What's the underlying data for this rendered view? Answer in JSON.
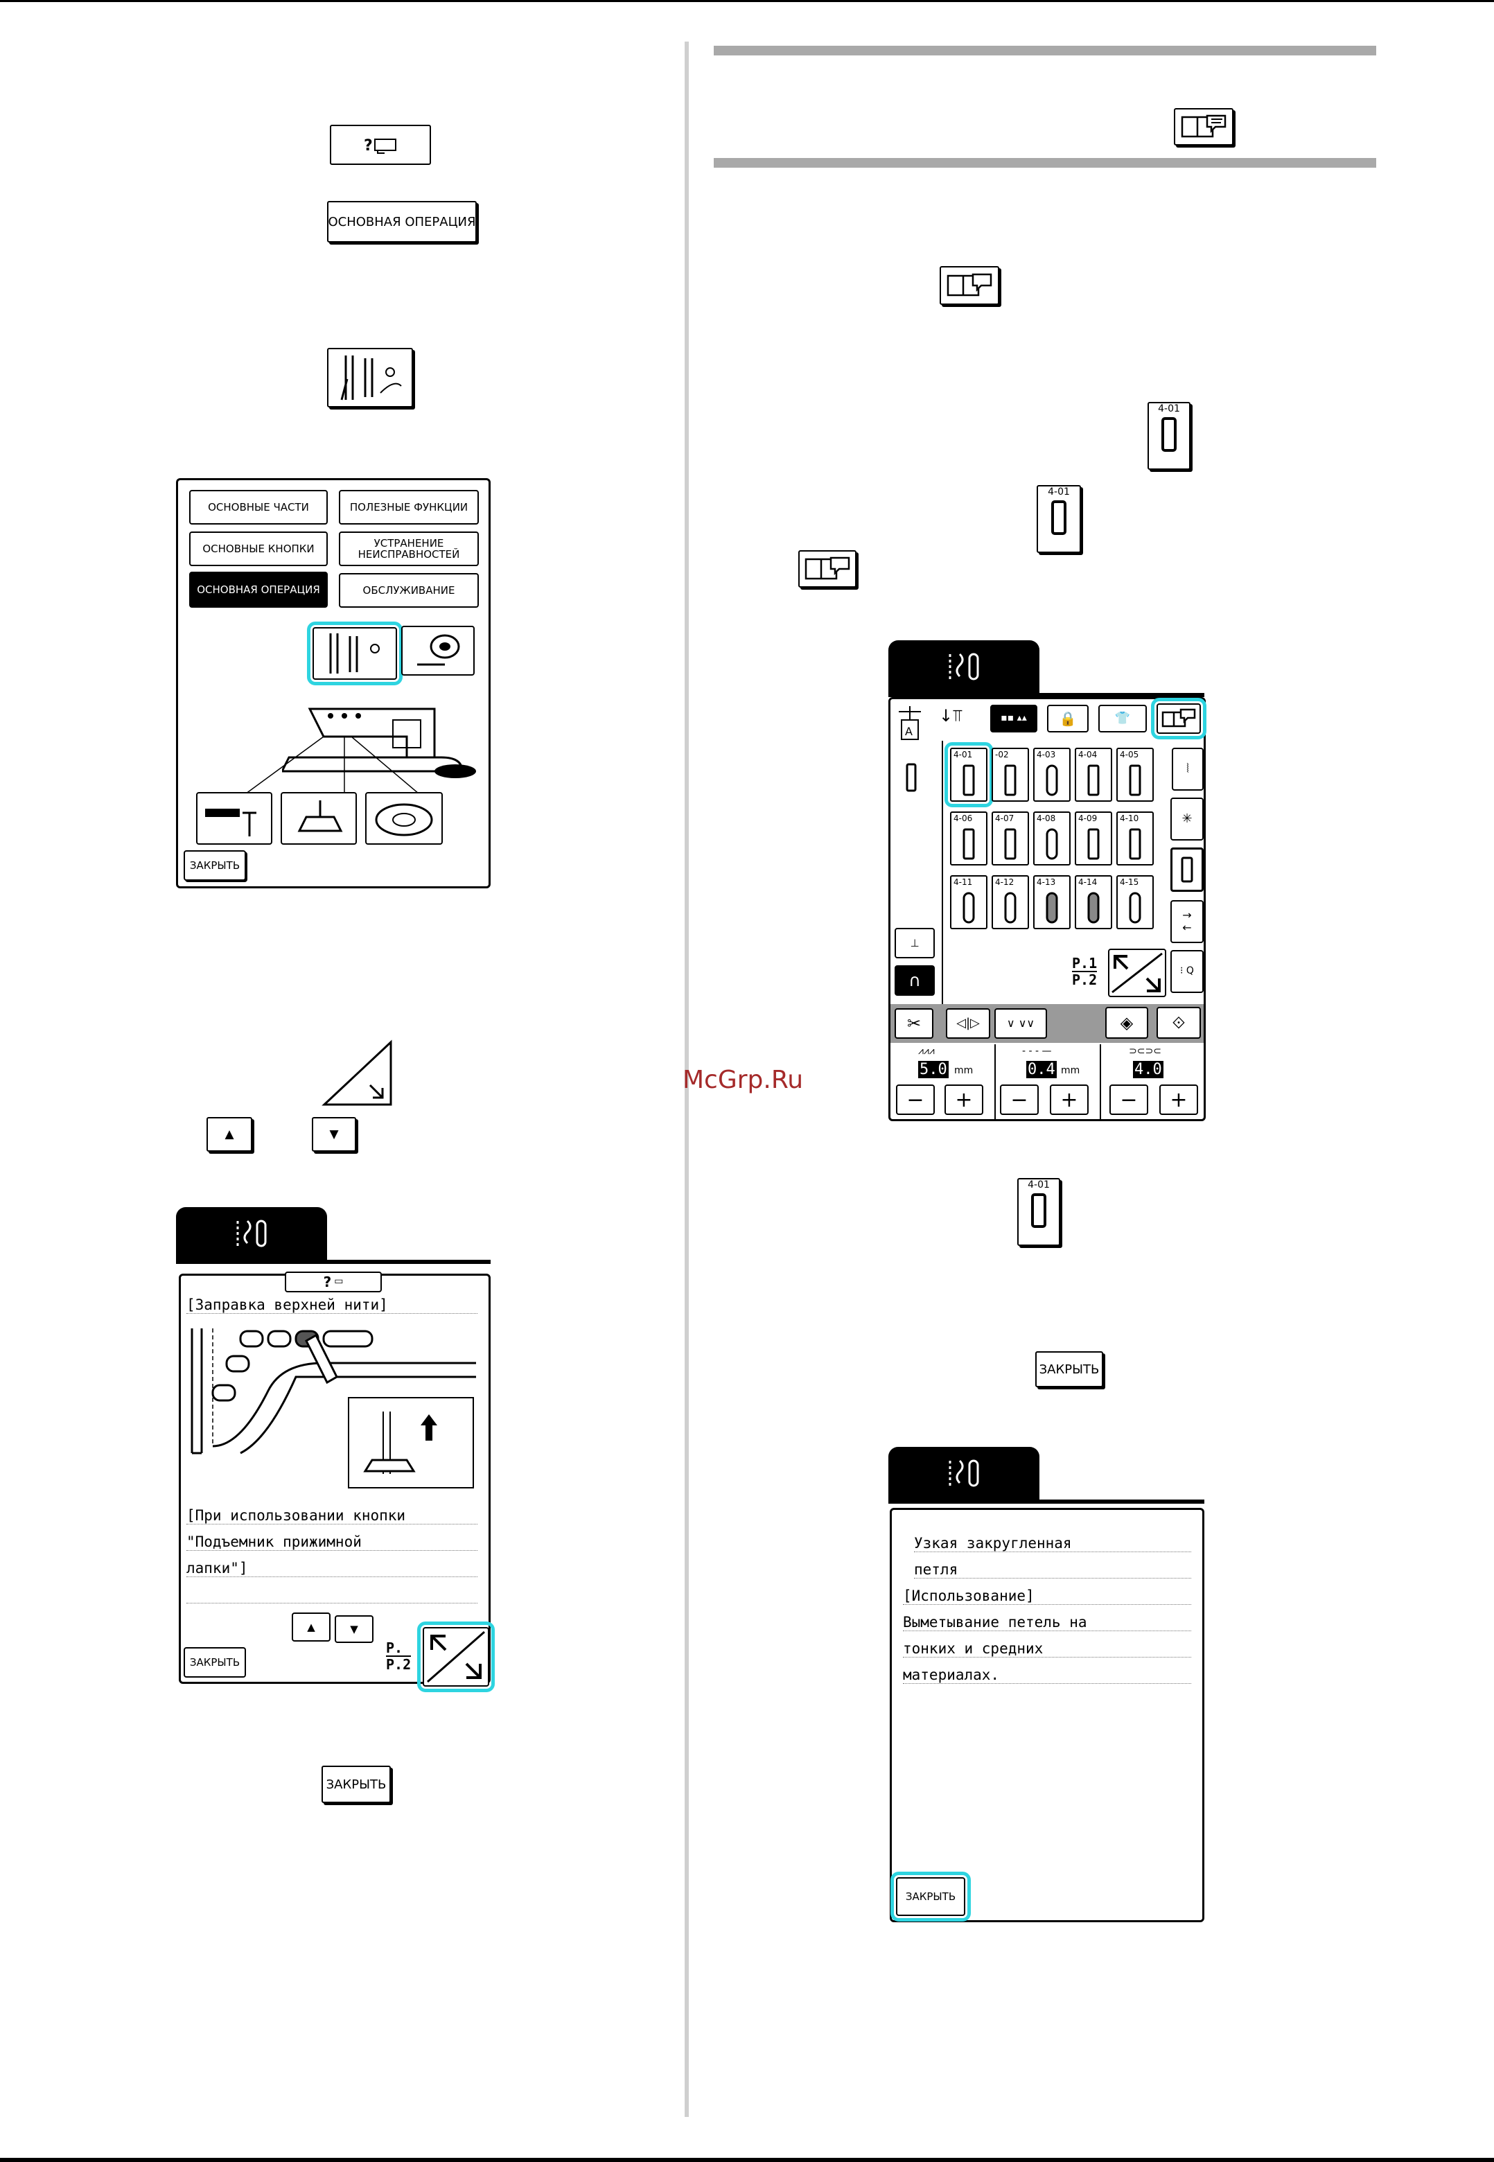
{
  "watermark": "McGrp.Ru",
  "buttons": {
    "basic_operation": "ОСНОВНАЯ ОПЕРАЦИЯ",
    "close": "ЗАКРЫТЬ"
  },
  "help_menu": {
    "items": [
      "ОСНОВНЫЕ ЧАСТИ",
      "ПОЛЕЗНЫЕ ФУНКЦИИ",
      "ОСНОВНЫЕ КНОПКИ",
      "УСТРАНЕНИЕ НЕИСПРАВНОСТЕЙ",
      "ОСНОВНАЯ ОПЕРАЦИЯ",
      "ОБСЛУЖИВАНИЕ"
    ],
    "close": "ЗАКРЫТЬ"
  },
  "threading_screen": {
    "title": "[Заправка верхней нити]",
    "lines": [
      "[При использовании кнопки",
      "\"Подъемник прижимной",
      "лапки\"]"
    ],
    "page": [
      "P.",
      "P.2"
    ],
    "close": "ЗАКРЫТЬ"
  },
  "stitch_screen": {
    "codes": [
      "4-01",
      "-02",
      "4-03",
      "4-04",
      "4-05",
      "4-06",
      "4-07",
      "4-08",
      "4-09",
      "4-10",
      "4-11",
      "4-12",
      "4-13",
      "4-14",
      "4-15"
    ],
    "page": [
      "P.1",
      "P.2"
    ],
    "width_value": "5.0",
    "width_unit": "mm",
    "length_value": "0.4",
    "length_unit": "mm",
    "tension_value": "4.0",
    "minus": "−",
    "plus": "+"
  },
  "key_icons": {
    "stitch_code": "4-01"
  },
  "info_screen": {
    "lines": [
      "Узкая закругленная",
      "петля",
      "[Использование]",
      "Выметывание петель на",
      "тонких и средних",
      "материалах."
    ],
    "close": "ЗАКРЫТЬ"
  }
}
